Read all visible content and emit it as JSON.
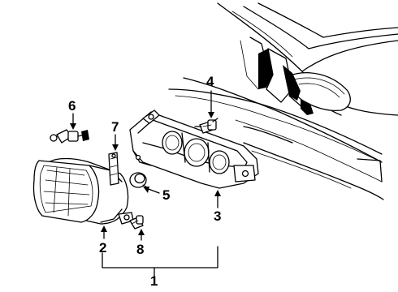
{
  "diagram": {
    "callouts": [
      {
        "id": "1",
        "label": "1"
      },
      {
        "id": "2",
        "label": "2"
      },
      {
        "id": "3",
        "label": "3"
      },
      {
        "id": "4",
        "label": "4"
      },
      {
        "id": "5",
        "label": "5"
      },
      {
        "id": "6",
        "label": "6"
      },
      {
        "id": "7",
        "label": "7"
      },
      {
        "id": "8",
        "label": "8"
      }
    ],
    "parts": [
      {
        "id": "car-body",
        "icon": "car-front-fender-outline"
      },
      {
        "id": "headlamp-assembly",
        "icon": "headlamp-lens"
      },
      {
        "id": "lamp-housing-bracket",
        "icon": "lamp-housing"
      },
      {
        "id": "bulb-socket",
        "icon": "bulb-socket"
      },
      {
        "id": "grommet",
        "icon": "ring-grommet"
      },
      {
        "id": "bulb-with-connector",
        "icon": "bulb-pigtail"
      },
      {
        "id": "mounting-strip",
        "icon": "bracket-strip"
      },
      {
        "id": "small-bulb",
        "icon": "wedge-bulb"
      }
    ]
  }
}
